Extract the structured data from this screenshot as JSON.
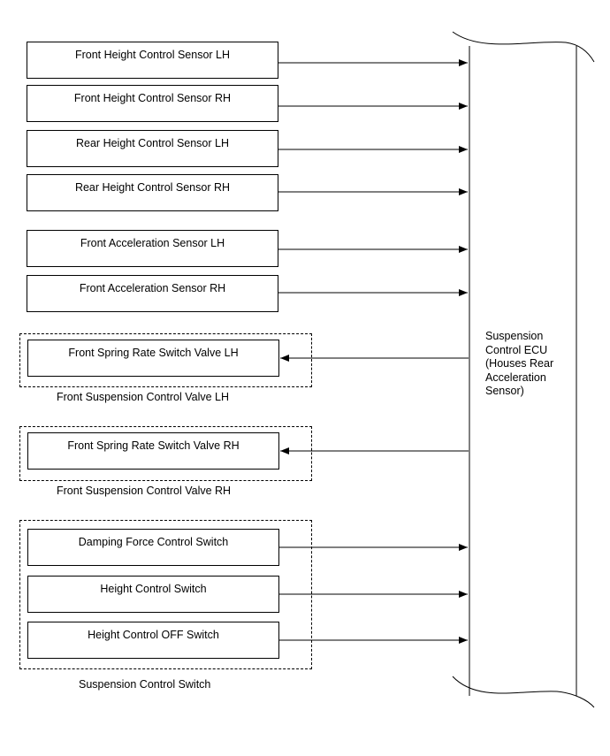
{
  "inputs": [
    {
      "label": "Front Height Control Sensor LH"
    },
    {
      "label": "Front Height Control Sensor RH"
    },
    {
      "label": "Rear Height Control Sensor LH"
    },
    {
      "label": "Rear Height Control Sensor RH"
    },
    {
      "label": "Front Acceleration Sensor LH"
    },
    {
      "label": "Front Acceleration Sensor RH"
    }
  ],
  "valves": [
    {
      "label": "Front Spring Rate Switch Valve LH",
      "group_caption": "Front Suspension Control Valve LH"
    },
    {
      "label": "Front Spring Rate Switch Valve RH",
      "group_caption": "Front Suspension Control Valve RH"
    }
  ],
  "switches": {
    "group_caption": "Suspension Control Switch",
    "items": [
      {
        "label": "Damping Force Control Switch"
      },
      {
        "label": "Height Control Switch"
      },
      {
        "label": "Height Control OFF Switch"
      }
    ]
  },
  "ecu": {
    "lines": [
      "Suspension",
      "Control ECU",
      "(Houses Rear",
      "Acceleration",
      "Sensor)"
    ]
  }
}
